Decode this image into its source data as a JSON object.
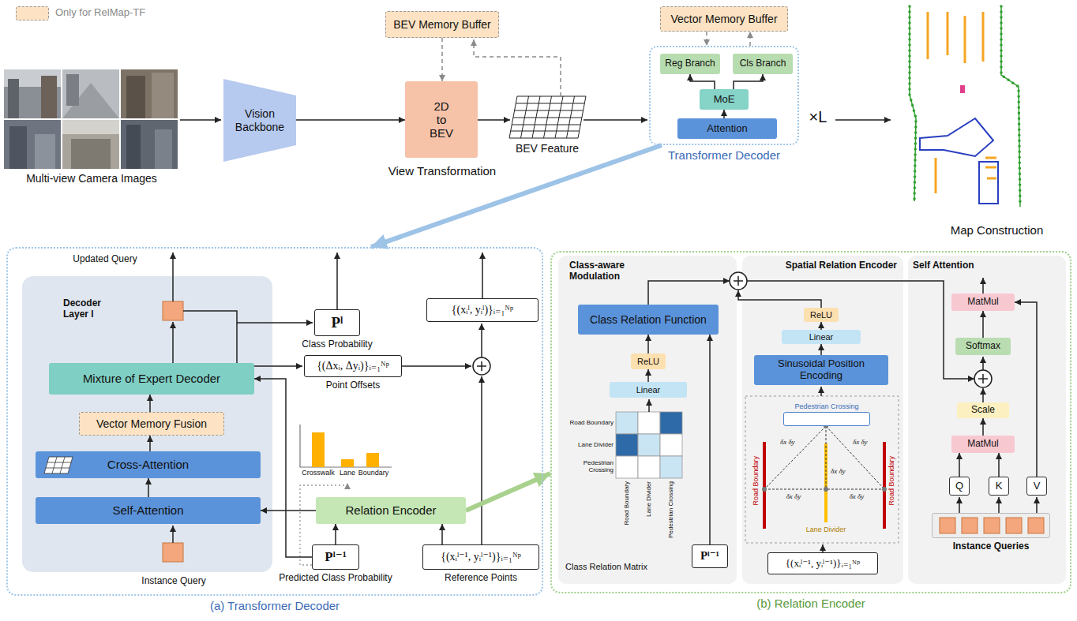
{
  "diagram": {
    "nodes": [
      {
        "text": [
          "Vision Backbone"
        ]
      },
      {
        "text": [
          "2D to BEV"
        ]
      },
      {
        "text": [
          "BEV Memory Buffer"
        ]
      },
      {
        "text": [
          "Vector Memory Buffer"
        ]
      },
      {
        "text": [
          "Transformer Decoder"
        ]
      },
      {
        "text": [
          "Reg Branch"
        ],
        "in": 4
      },
      {
        "text": [
          "Cls Branch"
        ],
        "in": 4
      },
      {
        "text": [
          "MoE"
        ],
        "in": 4
      },
      {
        "text": [
          "Attention"
        ],
        "in": 4
      },
      {
        "text": [
          "(a) Transformer Decoder"
        ]
      },
      {
        "text": [
          "Decoder Layer l"
        ],
        "in": 9
      },
      {
        "text": [
          "Mixture of Expert Decoder"
        ],
        "in": 10
      },
      {
        "text": [
          "Vector Memory Fusion"
        ],
        "in": 10
      },
      {
        "text": [
          "Cross-Attention"
        ],
        "in": 10
      },
      {
        "text": [
          "Self-Attention"
        ],
        "in": 10
      },
      {
        "text": [
          "Pˡ",
          "Class Probability"
        ],
        "in": 9
      },
      {
        "text": [
          "{(Δxᵢ, Δyᵢ)}ᵢ₌₁ᴺᵖ",
          "Point Offsets"
        ],
        "in": 9
      },
      {
        "text": [
          "{(xᵢˡ, yᵢˡ)}ᵢ₌₁ᴺᵖ"
        ],
        "in": 9
      },
      {
        "text": [
          "Relation Encoder"
        ],
        "in": 9
      },
      {
        "text": [
          "Pˡ⁻¹",
          "Predicted Class Probability"
        ],
        "in": 9
      },
      {
        "text": [
          "{(xᵢˡ⁻¹, yᵢˡ⁻¹)}ᵢ₌₁ᴺᵖ",
          "Reference Points"
        ],
        "in": 9
      },
      {
        "text": [
          "(b) Relation Encoder"
        ]
      },
      {
        "text": [
          "Class-aware Modulation"
        ],
        "in": 21
      },
      {
        "text": [
          "Class Relation Function"
        ],
        "in": 22
      },
      {
        "text": [
          "ReLU"
        ],
        "in": 22
      },
      {
        "text": [
          "Linear"
        ],
        "in": 22
      },
      {
        "text": [
          "Pˡ⁻¹"
        ],
        "in": 22
      },
      {
        "text": [
          "Spatial Relation Encoder"
        ],
        "in": 21
      },
      {
        "text": [
          "ReLU"
        ],
        "in": 27
      },
      {
        "text": [
          "Linear"
        ],
        "in": 27
      },
      {
        "text": [
          "Sinusoidal Position Encoding"
        ],
        "in": 27
      },
      {
        "text": [
          "{(xᵢˡ⁻¹, yᵢˡ⁻¹)}ᵢ₌₁ᴺᵖ"
        ],
        "in": 27
      },
      {
        "text": [
          "Pedestrian Crossing"
        ],
        "in": 27
      },
      {
        "text": [
          "Self Attention"
        ],
        "in": 21
      },
      {
        "text": [
          "MatMul"
        ],
        "in": 33
      },
      {
        "text": [
          "Softmax"
        ],
        "in": 33
      },
      {
        "text": [
          "Scale"
        ],
        "in": 33
      },
      {
        "text": [
          "MatMul"
        ],
        "in": 33
      },
      {
        "text": [
          "Q"
        ],
        "in": 33
      },
      {
        "text": [
          "K"
        ],
        "in": 33
      },
      {
        "text": [
          "V"
        ],
        "in": 33
      },
      {
        "text": [
          "Instance Queries"
        ],
        "in": 33
      }
    ],
    "edges": [
      {
        "from": 0,
        "to": 1,
        "arrow": "to"
      },
      {
        "from": 2,
        "to": 1,
        "arrow": "to"
      },
      {
        "from": 3,
        "to": 4,
        "arrow": "to"
      },
      {
        "from": 4,
        "to": 3,
        "arrow": "to"
      },
      {
        "from": 8,
        "to": 7,
        "arrow": "to"
      },
      {
        "from": 7,
        "to": 5,
        "arrow": "to"
      },
      {
        "from": 7,
        "to": 6,
        "arrow": "to"
      },
      {
        "from": 14,
        "to": 13,
        "arrow": "to"
      },
      {
        "from": 13,
        "to": 12,
        "arrow": "to"
      },
      {
        "from": 12,
        "to": 11,
        "arrow": "to"
      },
      {
        "from": 19,
        "to": 18,
        "arrow": "to"
      },
      {
        "from": 20,
        "to": 18,
        "arrow": "to"
      },
      {
        "from": 18,
        "to": 14,
        "arrow": "to"
      },
      {
        "from": 19,
        "to": 11,
        "arrow": "to"
      },
      {
        "from": 25,
        "to": 24,
        "arrow": "to"
      },
      {
        "from": 24,
        "to": 23,
        "arrow": "to"
      },
      {
        "from": 26,
        "to": 23,
        "arrow": "to"
      },
      {
        "from": 30,
        "to": 29,
        "arrow": "to"
      },
      {
        "from": 29,
        "to": 28,
        "arrow": "to"
      },
      {
        "from": 37,
        "to": 36,
        "arrow": "to"
      },
      {
        "from": 38,
        "to": 37,
        "arrow": "to"
      },
      {
        "from": 39,
        "to": 37,
        "arrow": "to"
      },
      {
        "from": 35,
        "to": 34,
        "arrow": "to"
      },
      {
        "from": 40,
        "to": 34,
        "arrow": "to"
      },
      {
        "from": 4,
        "to": 9,
        "arrow": "to"
      },
      {
        "from": 18,
        "to": 21,
        "arrow": "to"
      }
    ],
    "labels": [
      "Multi-view Camera Images",
      "View Transformation",
      "BEV Feature",
      "×L",
      "Map Construction",
      "Updated Query",
      "Instance Query",
      "Crosswalk",
      "Lane",
      "Boundary",
      "Road Boundary",
      "Lane Divider",
      "Pedestrian Crossing",
      "Road Boundary",
      "Lane Divider",
      "Pedestrian Crossing",
      "Class Relation Matrix",
      "Road Boundary",
      "Road Boundary",
      "Lane Divider",
      "δx δy",
      "δx δy",
      "δx δy",
      "δx δy",
      "δx δy"
    ],
    "legend": [
      {
        "text": "Only for RelMap-TF",
        "color": "#fde3c3"
      }
    ]
  }
}
